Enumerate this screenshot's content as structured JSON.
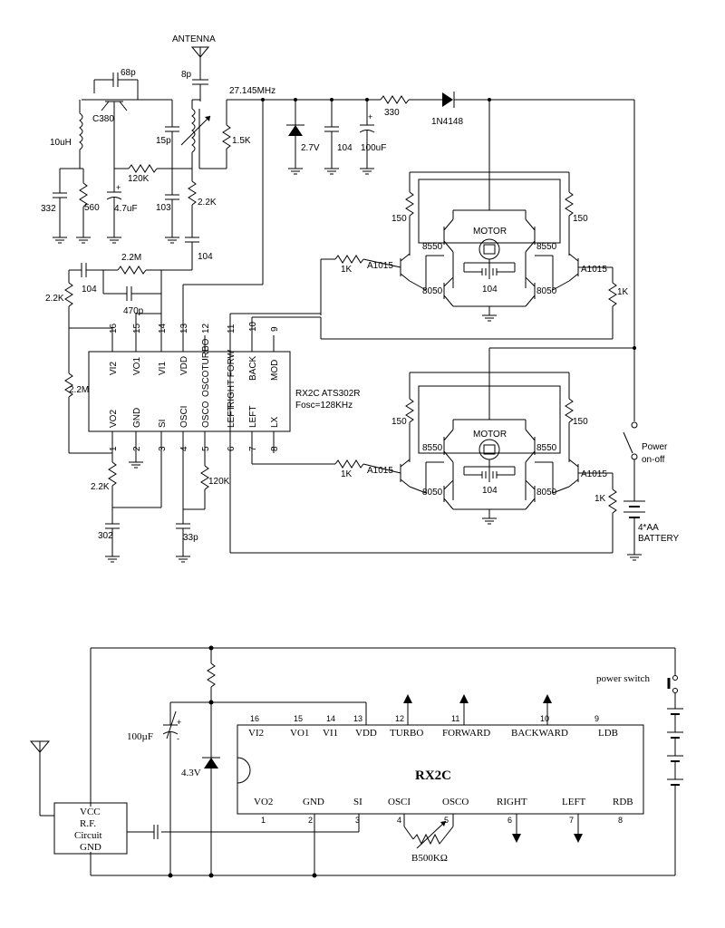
{
  "top": {
    "antenna": "ANTENNA",
    "freq": "27.145MHz",
    "cap_68p": "68p",
    "cap_8p": "8p",
    "transistor": "C380",
    "ind_10uh": "10uH",
    "cap_15p": "15p",
    "res_1_5k": "1.5K",
    "res_120k": "120K",
    "cap_332": "332",
    "res_560": "560",
    "cap_4_7uf": "4.7uF",
    "cap_103": "103",
    "res_2_2k_a": "2.2K",
    "cap_104_a": "104",
    "res_2_2m_a": "2.2M",
    "res_2_2k_b": "2.2K",
    "cap_104_b": "104",
    "cap_470p": "470p",
    "zener": "2.7V",
    "cap_104_c": "104",
    "cap_100uf": "100uF",
    "res_330": "330",
    "diode": "1N4148",
    "res_2_2m_b": "2.2M",
    "res_2_2k_c": "2.2K",
    "cap_302": "302",
    "cap_33p": "33p",
    "res_120k_b": "120K",
    "ic_name": "RX2C ATS302R",
    "ic_fosc": "Fosc=128KHz",
    "ic_top_pins": [
      "VI2",
      "VO1",
      "VI1",
      "VDD",
      "OSCOTURBO",
      "RIGHT FORW",
      "BACK",
      "MOD"
    ],
    "ic_top_nums": [
      "16",
      "15",
      "14",
      "13",
      "12",
      "11",
      "10",
      "9"
    ],
    "ic_bot_pins": [
      "VO2",
      "GND",
      "SI",
      "OSCI",
      "OSCO",
      "LEFT",
      "LEFT",
      "LX"
    ],
    "ic_bot_nums": [
      "1",
      "2",
      "3",
      "4",
      "5",
      "6",
      "7",
      "8"
    ],
    "bridge1": {
      "r_left": "150",
      "r_right": "150",
      "q_tl": "8550",
      "q_tr": "8550",
      "q_bl": "8050",
      "q_br": "8050",
      "motor": "MOTOR",
      "cap": "104",
      "drv_left": "A1015",
      "drv_right": "A1015",
      "rin_left": "1K",
      "rin_right": "1K"
    },
    "bridge2": {
      "r_left": "150",
      "r_right": "150",
      "q_tl": "8550",
      "q_tr": "8550",
      "q_bl": "8050",
      "q_br": "8050",
      "motor": "MOTOR",
      "cap": "104",
      "drv_left": "A1015",
      "drv_right": "A1015",
      "rin_left": "1K",
      "rin_right": "1K"
    },
    "power_switch": "Power",
    "power_switch2": "on-off",
    "battery": "4*AA",
    "battery2": "BATTERY"
  },
  "bottom": {
    "chip": "RX2C",
    "top_pins": [
      "VI2",
      "VO1",
      "VI1",
      "VDD",
      "TURBO",
      "FORWARD",
      "BACKWARD",
      "LDB"
    ],
    "top_nums": [
      "16",
      "15",
      "14",
      "13",
      "12",
      "11",
      "10",
      "9"
    ],
    "bot_pins": [
      "VO2",
      "GND",
      "SI",
      "OSCI",
      "OSCO",
      "RIGHT",
      "LEFT",
      "RDB"
    ],
    "bot_nums": [
      "1",
      "2",
      "3",
      "4",
      "5",
      "6",
      "7",
      "8"
    ],
    "cap": "100µF",
    "zener": "4.3V",
    "rf_vcc": "VCC",
    "rf_title": "R.F.",
    "rf_title2": "Circuit",
    "rf_gnd": "GND",
    "pot": "B500KΩ",
    "power_switch": "power switch"
  }
}
